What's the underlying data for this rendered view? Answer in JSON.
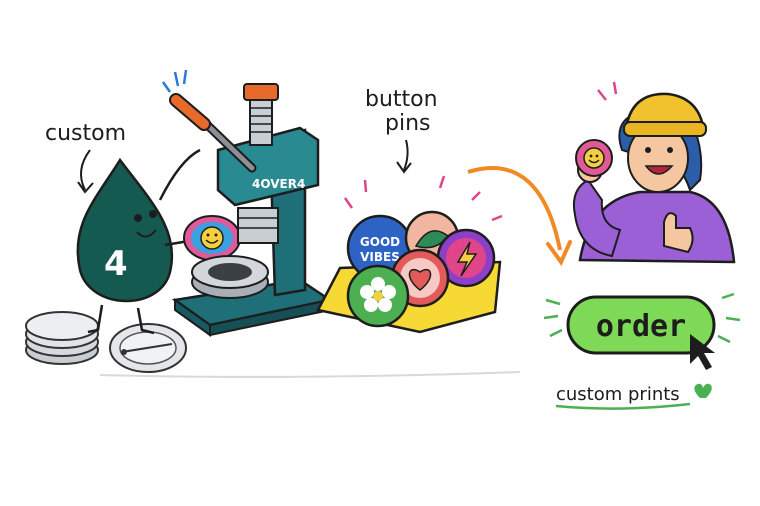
{
  "labels": {
    "custom": "custom",
    "button_pins_line1": "button",
    "button_pins_line2": "pins",
    "custom_prints": "custom prints"
  },
  "press": {
    "brand": "4OVER4"
  },
  "mascot": {
    "number": "4"
  },
  "pins": {
    "good_vibes_line1": "GOOD",
    "good_vibes_line2": "VIBES"
  },
  "order_button": {
    "label": "order"
  },
  "colors": {
    "teal": "#1f6f78",
    "mascot_green": "#145a50",
    "order_green": "#7ed957",
    "arrow_orange": "#f08a24",
    "hoodie_purple": "#9b5fd6",
    "beanie_yellow": "#f2c12e",
    "tray_yellow": "#f7d935"
  },
  "icons": [
    "cursor-arrow-icon",
    "heart-icon",
    "smiley-icon",
    "lightning-icon",
    "flower-icon"
  ]
}
